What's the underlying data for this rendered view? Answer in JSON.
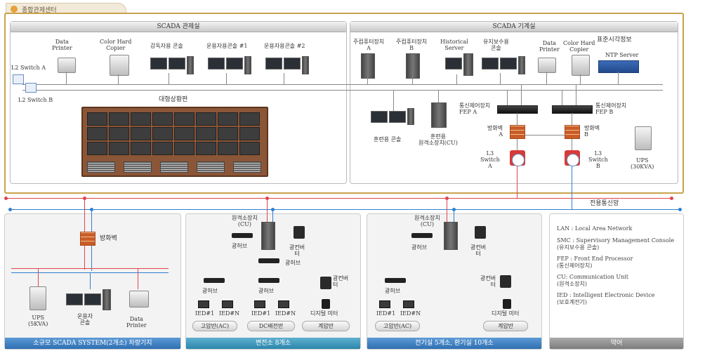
{
  "header": {
    "title": "종합관제센터"
  },
  "control_room": {
    "title": "SCADA 관제실",
    "devices": {
      "data_printer": "Data\nPrinter",
      "color_copier": "Color Hard\nCopier",
      "supervisory_console": "감독자용 콘솔",
      "operator_console_1": "운용자용콘솔 #1",
      "operator_console_2": "운용자용콘솔 #2",
      "big_board": "대형상황판"
    },
    "switch_a": "L2 Switch A",
    "switch_b": "L2 Switch B"
  },
  "machine_room": {
    "title": "SCADA 기계실",
    "devices": {
      "main_computer_a": "주컴퓨터장치\nA",
      "main_computer_b": "주컴퓨터장치\nB",
      "historical_server": "Historical\nServer",
      "maintenance_console": "유지보수용\n콘솔",
      "data_printer": "Data\nPrinter",
      "color_copier": "Color Hard\nCopier",
      "ntp_title": "표준시각정보",
      "ntp_server": "NTP Server",
      "training_console": "훈련용 콘솔",
      "training_rtu": "훈련용\n원격소장치(CU)",
      "fep_a": "통신제어장치\nFEP A",
      "fep_b": "통신제어장치\nFEP B",
      "firewall_a": "방화벽\nA",
      "firewall_b": "방화벽\nB",
      "l3_switch_a": "L3\nSwitch\nA",
      "l3_switch_b": "L3\nSwitch\nB",
      "ups": "UPS\n(30KVA)"
    }
  },
  "network_label": "전용통신망",
  "sections": [
    {
      "footer": "소규모 SCADA SYSTEM(2개소) 차량기지",
      "firewall": "방화벽",
      "ups": "UPS\n(5KVA)",
      "operator_console": "운용자\n콘솔",
      "data_printer": "Data\nPrinter"
    },
    {
      "footer": "변전소 8개소",
      "rtu": "원격소장치\n(CU)",
      "hubs": [
        "광허브",
        "광허브",
        "광허브",
        "광허브"
      ],
      "converter_1": "광컨버\n터",
      "converter_2": "광컨버\n터",
      "ied_labels": [
        "IED#1",
        "IED#N",
        "IED#1",
        "IED#N"
      ],
      "meter": "디지털 미터",
      "panels": [
        "고압반(AC)",
        "DC배전반",
        "계압반"
      ]
    },
    {
      "footer": "전기실 5개소, 환기실 10개소",
      "rtu": "원격소장치\n(CU)",
      "hubs": [
        "광허브",
        "광허브"
      ],
      "converter_1": "광컨버\n터",
      "converter_2": "광컨버\n터",
      "ied_labels": [
        "IED#1",
        "IED#N"
      ],
      "meter": "디지털 미터",
      "panels": [
        "고압반(AC)",
        "계압반"
      ]
    }
  ],
  "legend": {
    "footer": "약어",
    "items": [
      {
        "term": "LAN : Local Area Network",
        "desc": ""
      },
      {
        "term": "SMC : Supervisory Management Console",
        "desc": "(유지보수용 콘솔)"
      },
      {
        "term": "FEP : Front End Processor",
        "desc": "(통신제어장치)"
      },
      {
        "term": "CU: Communication Unit",
        "desc": "(원격소장치)"
      },
      {
        "term": "IED : Intelligent Electronic Device",
        "desc": "(보호계전기)"
      }
    ]
  }
}
